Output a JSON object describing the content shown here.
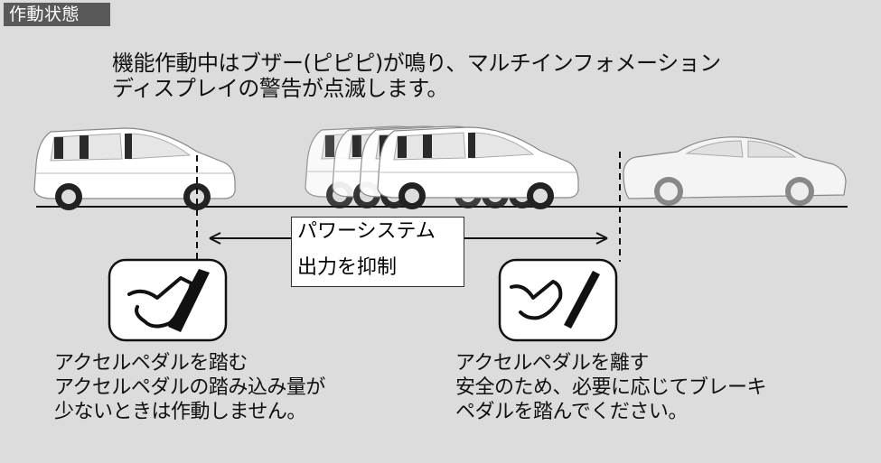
{
  "header": {
    "tag": "作動状態",
    "line1": "機能作動中はブザー(ピピピ)が鳴り、マルチインフォメーション",
    "line2": "ディスプレイの警告が点滅します。"
  },
  "power_box": {
    "line1": "パワーシステム",
    "line2": "出力を抑制"
  },
  "left_caption": {
    "line1": "アクセルペダルを踏む",
    "line2": "アクセルペダルの踏み込み量が",
    "line3": "少ないときは作動しません。"
  },
  "right_caption": {
    "line1": "アクセルペダルを離す",
    "line2": "安全のため、必要に応じてブレーキ",
    "line3": "ペダルを踏んでください。"
  },
  "icons": {
    "car": "minivan-icon",
    "front_car": "sedan-icon",
    "pedal_press": "pedal-press-icon",
    "pedal_release": "pedal-release-icon"
  },
  "colors": {
    "background": "#dcdcdc",
    "tag_bg": "#595959"
  }
}
